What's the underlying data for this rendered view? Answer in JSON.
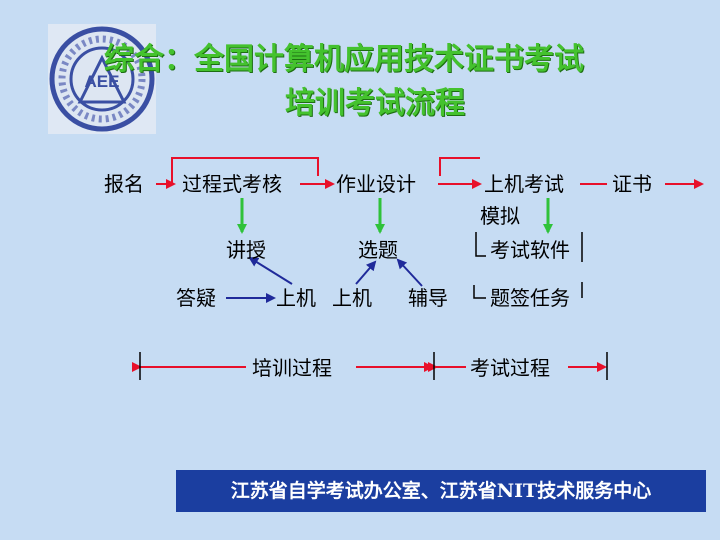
{
  "logo": {
    "text": "AEE"
  },
  "title": {
    "line1": "综合：全国计算机应用技术证书考试",
    "line2": "培训考试流程"
  },
  "nodes": {
    "baoming": "报名",
    "guocheng": "过程式考核",
    "zuoye": "作业设计",
    "shangji_exam": "上机考试",
    "zhengshu": "证书",
    "moni": "模拟",
    "jiangshou": "讲授",
    "xuanti": "选题",
    "kaoshi_ruanjian": "考试软件",
    "dayi": "答疑",
    "shangji1": "上机",
    "shangji2": "上机",
    "fudao": "辅导",
    "tiqian": "题签任务"
  },
  "phases": {
    "training": "培训过程",
    "exam": "考试过程"
  },
  "footer": "江苏省自学考试办公室、江苏省NIT技术服务中心",
  "colors": {
    "red": "#e8102a",
    "green": "#2fc23a",
    "blue": "#1f2a9a",
    "title": "#44c22e",
    "footer_bg": "#1b3ea0",
    "bg": "#c6dcf3"
  }
}
